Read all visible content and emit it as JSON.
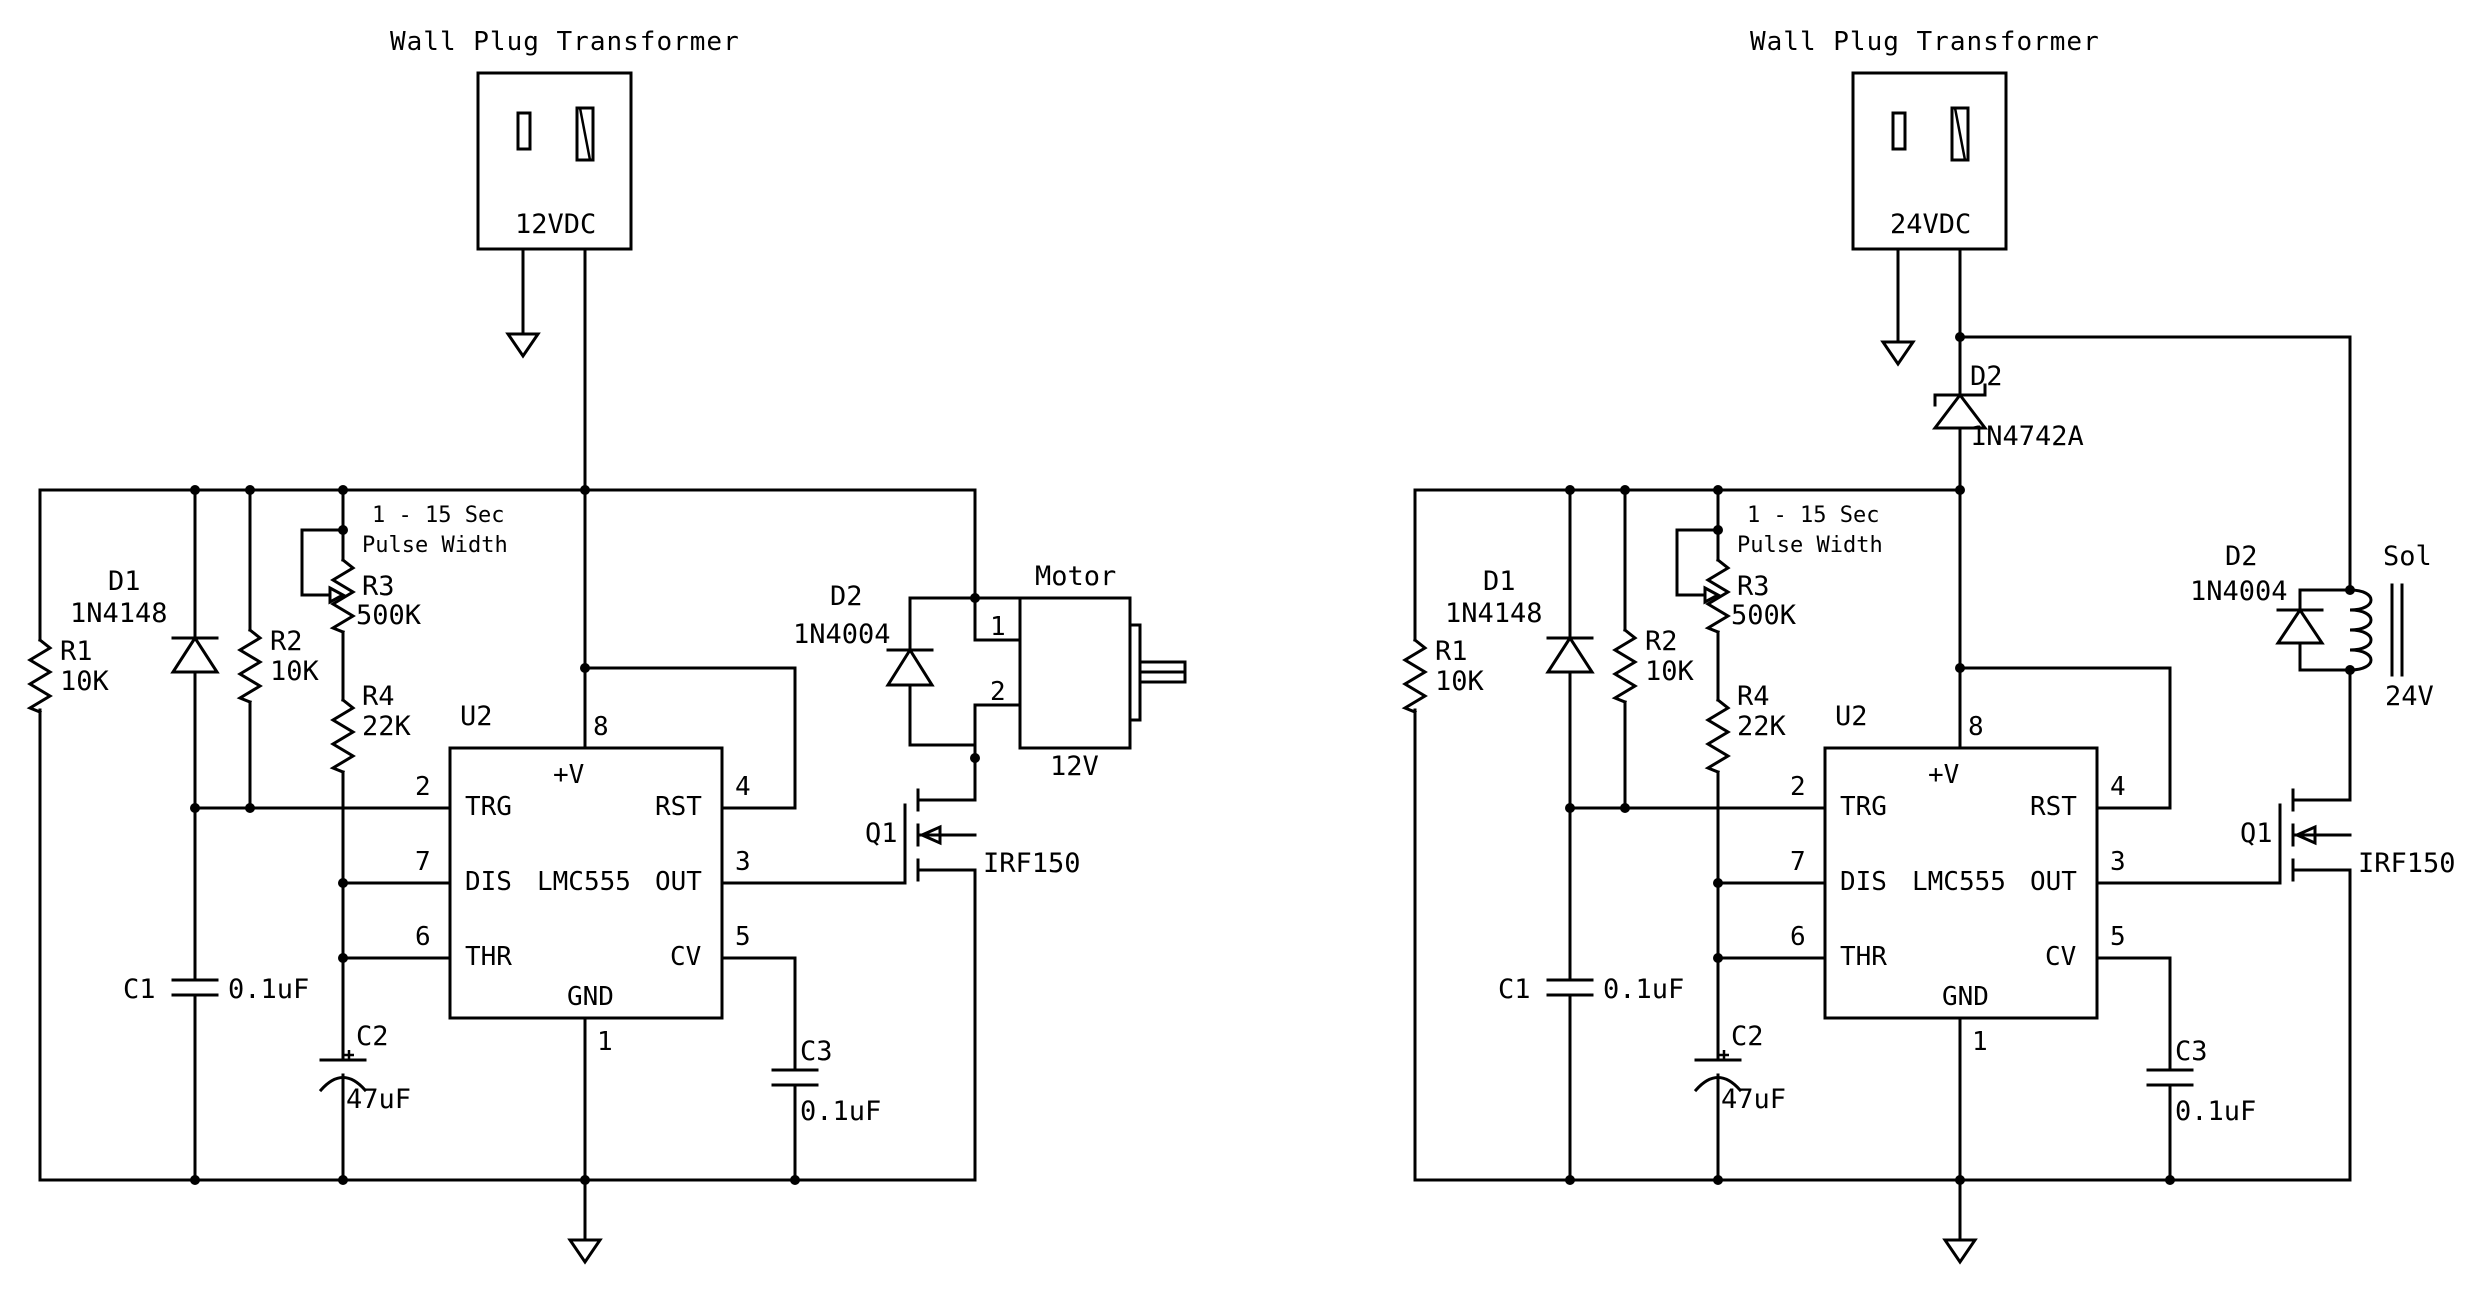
{
  "left": {
    "title": "Wall Plug Transformer",
    "supply_voltage": "12VDC",
    "pulse_note_1": "1 - 15 Sec",
    "pulse_note_2": "Pulse Width",
    "r1_ref": "R1",
    "r1_val": "10K",
    "d1_ref": "D1",
    "d1_val": "1N4148",
    "r2_ref": "R2",
    "r2_val": "10K",
    "r3_ref": "R3",
    "r3_val": "500K",
    "r4_ref": "R4",
    "r4_val": "22K",
    "u2_ref": "U2",
    "ic_name": "LMC555",
    "pin_vplus": "+V",
    "pin_trg": "TRG",
    "pin_dis": "DIS",
    "pin_thr": "THR",
    "pin_rst": "RST",
    "pin_out": "OUT",
    "pin_cv": "CV",
    "pin_gnd": "GND",
    "pin_num_8": "8",
    "pin_num_2": "2",
    "pin_num_7": "7",
    "pin_num_6": "6",
    "pin_num_4": "4",
    "pin_num_3": "3",
    "pin_num_5": "5",
    "pin_num_1": "1",
    "c1_ref": "C1",
    "c1_val": "0.1uF",
    "c2_ref": "C2",
    "c2_val": "47uF",
    "c3_ref": "C3",
    "c3_val": "0.1uF",
    "d2_ref": "D2",
    "d2_val": "1N4004",
    "load_name": "Motor",
    "load_pin_1": "1",
    "load_pin_2": "2",
    "load_voltage": "12V",
    "q1_ref": "Q1",
    "q1_val": "IRF150"
  },
  "right": {
    "title": "Wall Plug Transformer",
    "supply_voltage": "24VDC",
    "zener_ref": "D2",
    "zener_val": "1N4742A",
    "pulse_note_1": "1 - 15 Sec",
    "pulse_note_2": "Pulse Width",
    "r1_ref": "R1",
    "r1_val": "10K",
    "d1_ref": "D1",
    "d1_val": "1N4148",
    "r2_ref": "R2",
    "r2_val": "10K",
    "r3_ref": "R3",
    "r3_val": "500K",
    "r4_ref": "R4",
    "r4_val": "22K",
    "u2_ref": "U2",
    "ic_name": "LMC555",
    "pin_vplus": "+V",
    "pin_trg": "TRG",
    "pin_dis": "DIS",
    "pin_thr": "THR",
    "pin_rst": "RST",
    "pin_out": "OUT",
    "pin_cv": "CV",
    "pin_gnd": "GND",
    "pin_num_8": "8",
    "pin_num_2": "2",
    "pin_num_7": "7",
    "pin_num_6": "6",
    "pin_num_4": "4",
    "pin_num_3": "3",
    "pin_num_5": "5",
    "pin_num_1": "1",
    "c1_ref": "C1",
    "c1_val": "0.1uF",
    "c2_ref": "C2",
    "c2_val": "47uF",
    "c3_ref": "C3",
    "c3_val": "0.1uF",
    "d2_ref": "D2",
    "d2_val": "1N4004",
    "load_name": "Sol",
    "load_voltage": "24V",
    "q1_ref": "Q1",
    "q1_val": "IRF150"
  }
}
